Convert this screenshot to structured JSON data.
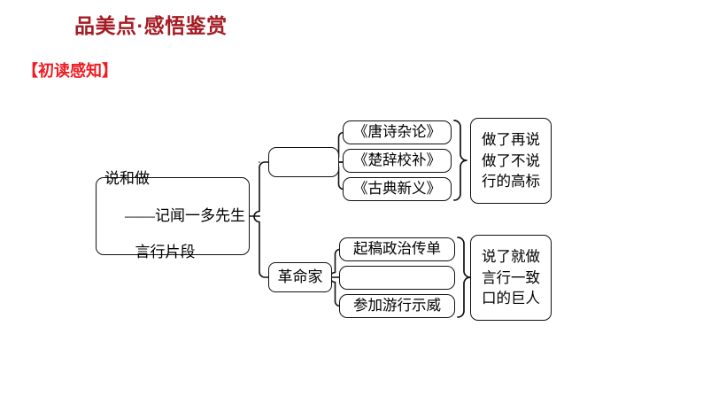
{
  "header": {
    "title": "品美点·感悟鉴赏",
    "title_color": "#a41b23",
    "section_label": "【初读感知】",
    "section_label_color": "#ee1c23"
  },
  "diagram": {
    "type": "tree-mindmap",
    "root": {
      "line1": "说和做",
      "line2": "——记闻一多先生",
      "line3": "言行片段"
    },
    "branches": [
      {
        "name": "scholar-branch",
        "label": "",
        "children": [
          "《唐诗杂论》",
          "《楚辞校补》",
          "《古典新义》"
        ],
        "summary": "做了再说\n做了不说\n行的高标"
      },
      {
        "name": "revolutionary-branch",
        "label": "革命家",
        "children": [
          "起稿政治传单",
          "",
          "参加游行示威"
        ],
        "summary": "说了就做\n言行一致\n口的巨人"
      }
    ]
  }
}
